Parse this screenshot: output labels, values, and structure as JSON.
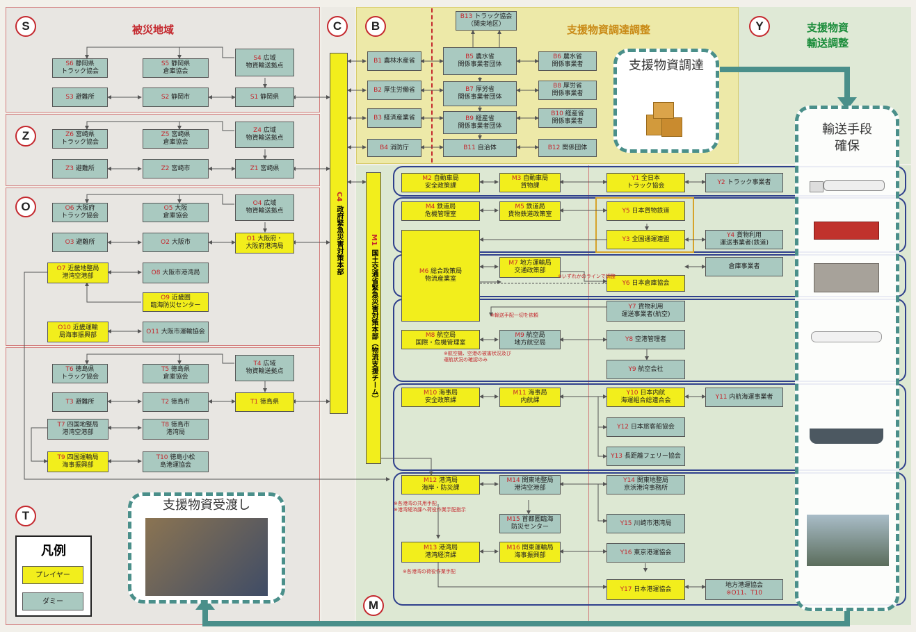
{
  "regions": {
    "S": {
      "letter": "S",
      "title": "被災地域"
    },
    "Z": {
      "letter": "Z"
    },
    "O": {
      "letter": "O"
    },
    "T": {
      "letter": "T"
    },
    "C": {
      "letter": "C"
    },
    "B": {
      "letter": "B",
      "title": "支援物資調達調整"
    },
    "Y": {
      "letter": "Y",
      "title_line1": "支援物資",
      "title_line2": "輸送調整"
    },
    "M": {
      "letter": "M"
    }
  },
  "panels": {
    "procure": "支援物資調達",
    "transport_line1": "輸送手段",
    "transport_line2": "確保",
    "handover": "支援物資受渡し"
  },
  "legend": {
    "title": "凡例",
    "player": "プレイヤー",
    "dummy": "ダミー"
  },
  "vertical": {
    "c4": "C4",
    "c_text": "政府緊急災害対策本部",
    "m1": "M1",
    "m_text": "国土交通省緊急災害対策本部（物流支援チーム）"
  },
  "boxes": {
    "S6": {
      "id": "S6",
      "text": "静岡県\nトラック協会"
    },
    "S5": {
      "id": "S5",
      "text": "静岡県\n倉庫協会"
    },
    "S4": {
      "id": "S4",
      "text": "広域\n物資輸送拠点"
    },
    "S3": {
      "id": "S3",
      "text": "避難所"
    },
    "S2": {
      "id": "S2",
      "text": "静岡市"
    },
    "S1": {
      "id": "S1",
      "text": "静岡県"
    },
    "Z6": {
      "id": "Z6",
      "text": "宮崎県\nトラック協会"
    },
    "Z5": {
      "id": "Z5",
      "text": "宮崎県\n倉庫協会"
    },
    "Z4": {
      "id": "Z4",
      "text": "広域\n物資輸送拠点"
    },
    "Z3": {
      "id": "Z3",
      "text": "避難所"
    },
    "Z2": {
      "id": "Z2",
      "text": "宮崎市"
    },
    "Z1": {
      "id": "Z1",
      "text": "宮崎県"
    },
    "O6": {
      "id": "O6",
      "text": "大阪府\nトラック協会"
    },
    "O5": {
      "id": "O5",
      "text": "大阪\n倉庫協会"
    },
    "O4": {
      "id": "O4",
      "text": "広域\n物資輸送拠点"
    },
    "O3": {
      "id": "O3",
      "text": "避難所"
    },
    "O2": {
      "id": "O2",
      "text": "大阪市"
    },
    "O1": {
      "id": "O1",
      "text": "大阪府・\n大阪府港湾局"
    },
    "O7": {
      "id": "O7",
      "text": "近畿地整局\n港湾空港部"
    },
    "O8": {
      "id": "O8",
      "text": "大阪市港湾局"
    },
    "O9": {
      "id": "O9",
      "text": "近畿圏\n臨海防災センター"
    },
    "O10": {
      "id": "O10",
      "text": "近畿運輸\n局海事振興部"
    },
    "O11": {
      "id": "O11",
      "text": "大阪市運輸協会"
    },
    "T6": {
      "id": "T6",
      "text": "徳島県\nトラック協会"
    },
    "T5": {
      "id": "T5",
      "text": "徳島県\n倉庫協会"
    },
    "T4": {
      "id": "T4",
      "text": "広域\n物資輸送拠点"
    },
    "T3": {
      "id": "T3",
      "text": "避難所"
    },
    "T2": {
      "id": "T2",
      "text": "徳島市"
    },
    "T1": {
      "id": "T1",
      "text": "徳島県"
    },
    "T7": {
      "id": "T7",
      "text": "四国地整局\n港湾空港部"
    },
    "T8": {
      "id": "T8",
      "text": "徳島市\n港湾局"
    },
    "T9": {
      "id": "T9",
      "text": "四国運輸局\n海事振興部"
    },
    "T10": {
      "id": "T10",
      "text": "徳島小松\n島港運協会"
    },
    "B13": {
      "id": "B13",
      "text": "トラック協会\n（関東地区）"
    },
    "B1": {
      "id": "B1",
      "text": "農林水産省"
    },
    "B5": {
      "id": "B5",
      "text": "農水省\n関係事業者団体"
    },
    "B6": {
      "id": "B6",
      "text": "農水省\n関係事業者"
    },
    "B2": {
      "id": "B2",
      "text": "厚生労働省"
    },
    "B7": {
      "id": "B7",
      "text": "厚労省\n関係事業者団体"
    },
    "B8": {
      "id": "B8",
      "text": "厚労省\n関係事業者"
    },
    "B3": {
      "id": "B3",
      "text": "経済産業省"
    },
    "B9": {
      "id": "B9",
      "text": "経産省\n関係事業者団体"
    },
    "B10": {
      "id": "B10",
      "text": "経産省\n関係事業者"
    },
    "B4": {
      "id": "B4",
      "text": "消防庁"
    },
    "B11": {
      "id": "B11",
      "text": "自治体"
    },
    "B12": {
      "id": "B12",
      "text": "関係団体"
    },
    "M2": {
      "id": "M2",
      "text": "自動車局\n安全政策課"
    },
    "M3": {
      "id": "M3",
      "text": "自動車局\n貨物課"
    },
    "Y1": {
      "id": "Y1",
      "text": "全日本\nトラック協会"
    },
    "Y2": {
      "id": "Y2",
      "text": "トラック事業者"
    },
    "M4": {
      "id": "M4",
      "text": "鉄道局\n危機管理室"
    },
    "M5": {
      "id": "M5",
      "text": "鉄道局\n貨物鉄道政策室"
    },
    "Y5": {
      "id": "Y5",
      "text": "日本貨物鉄道"
    },
    "Y3": {
      "id": "Y3",
      "text": "全国通運連盟"
    },
    "Y4": {
      "id": "Y4",
      "text": "貨物利用\n運送事業者(鉄道)"
    },
    "M6": {
      "id": "M6",
      "text": "総合政策局\n物流産業室"
    },
    "M7": {
      "id": "M7",
      "text": "地方運輸局\n交通政策部"
    },
    "Y6": {
      "id": "Y6",
      "text": "日本倉庫協会"
    },
    "Ysoko": {
      "id": "",
      "text": "倉庫事業者"
    },
    "Y7": {
      "id": "Y7",
      "text": "貨物利用\n運送事業者(航空)"
    },
    "M8": {
      "id": "M8",
      "text": "航空局\n国際・危機管理室"
    },
    "M9": {
      "id": "M9",
      "text": "航空局\n地方航空局"
    },
    "Y8": {
      "id": "Y8",
      "text": "空港管理者"
    },
    "Y9": {
      "id": "Y9",
      "text": "航空会社"
    },
    "M10": {
      "id": "M10",
      "text": "海事局\n安全政策課"
    },
    "M11": {
      "id": "M11",
      "text": "海事局\n内航課"
    },
    "Y10": {
      "id": "Y10",
      "text": "日本内航\n海運組合総連合会"
    },
    "Y11": {
      "id": "Y11",
      "text": "内航海運事業者"
    },
    "Y12": {
      "id": "Y12",
      "text": "日本旅客船協会"
    },
    "Y13": {
      "id": "Y13",
      "text": "長距離フェリー協会"
    },
    "M12": {
      "id": "M12",
      "text": "港湾局\n海岸・防災課"
    },
    "M14": {
      "id": "M14",
      "text": "関東地整局\n港湾空港部"
    },
    "Y14": {
      "id": "Y14",
      "text": "関東地整局\n京浜港湾事務所"
    },
    "M15": {
      "id": "M15",
      "text": "首都圏臨海\n防災センター"
    },
    "Y15": {
      "id": "Y15",
      "text": "川崎市港湾局"
    },
    "M13": {
      "id": "M13",
      "text": "港湾局\n港湾経済課"
    },
    "M16": {
      "id": "M16",
      "text": "関東運輸局\n海事振興部"
    },
    "Y16": {
      "id": "Y16",
      "text": "東京港運協会"
    },
    "Y17": {
      "id": "Y17",
      "text": "日本港運協会"
    },
    "Ychiho": {
      "id": "",
      "text": "地方港運協会",
      "sub": "※O11、T10"
    }
  },
  "notes": {
    "n1": "※いずれかのラインで調整",
    "n2": "※輸送手配一切を依頼",
    "n3": "※航空機、空港の被害状況及び\n運航状況の確認のみ",
    "n4": "※各港湾の共用手配\n※港湾経済課へ荷役作業手配指示",
    "n5": "※各港湾の荷役作業手配"
  },
  "colors": {
    "player": "#f2ee1c",
    "dummy": "#a9c9c0",
    "accent": "#c4272d",
    "teal": "#4a8f8a",
    "navy": "#2e3f8c",
    "green": "#1a8c3a"
  }
}
